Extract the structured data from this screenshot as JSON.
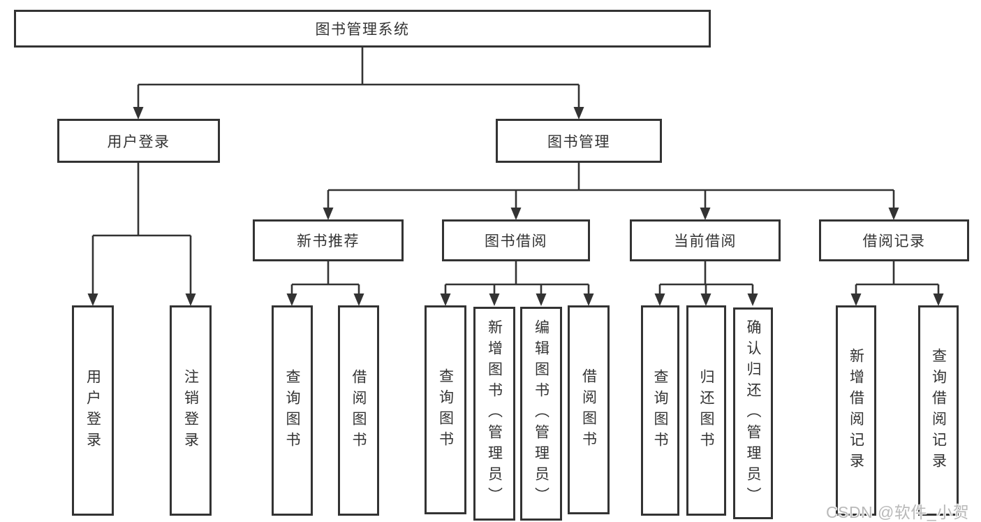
{
  "tree": {
    "root": {
      "label": "图书管理系统",
      "children": [
        {
          "label": "用户登录",
          "children": [
            {
              "label": "用户登录"
            },
            {
              "label": "注销登录"
            }
          ]
        },
        {
          "label": "图书管理",
          "children": [
            {
              "label": "新书推荐",
              "children": [
                {
                  "label": "查询图书"
                },
                {
                  "label": "借阅图书"
                }
              ]
            },
            {
              "label": "图书借阅",
              "children": [
                {
                  "label": "查询图书"
                },
                {
                  "label": "新增图书（管理员）"
                },
                {
                  "label": "编辑图书（管理员）"
                },
                {
                  "label": "借阅图书"
                }
              ]
            },
            {
              "label": "当前借阅",
              "children": [
                {
                  "label": "查询图书"
                },
                {
                  "label": "归还图书"
                },
                {
                  "label": "确认归还（管理员）"
                }
              ]
            },
            {
              "label": "借阅记录",
              "children": [
                {
                  "label": "新增借阅记录"
                },
                {
                  "label": "查询借阅记录"
                }
              ]
            }
          ]
        }
      ]
    }
  },
  "watermark": {
    "text": "CSDN @软件_小贺同学"
  },
  "colors": {
    "border": "#333333",
    "line": "#333333",
    "background": "#ffffff",
    "text": "#333333",
    "watermark": "#b9b9b9"
  }
}
